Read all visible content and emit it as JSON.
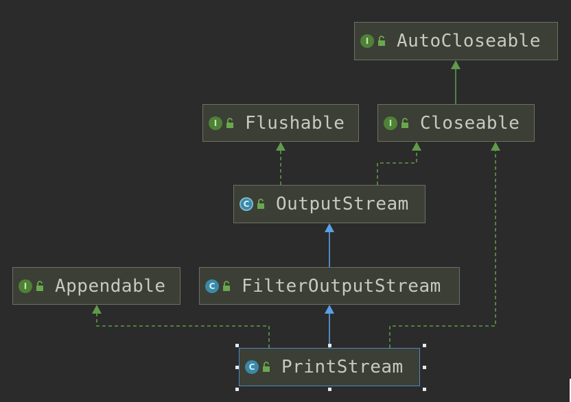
{
  "nodes": [
    {
      "id": "autocloseable",
      "kind": "interface",
      "badge": "I",
      "label": "AutoCloseable"
    },
    {
      "id": "flushable",
      "kind": "interface",
      "badge": "I",
      "label": "Flushable"
    },
    {
      "id": "closeable",
      "kind": "interface",
      "badge": "I",
      "label": "Closeable"
    },
    {
      "id": "outputstream",
      "kind": "abstract-class",
      "badge": "C",
      "label": "OutputStream"
    },
    {
      "id": "appendable",
      "kind": "interface",
      "badge": "I",
      "label": "Appendable"
    },
    {
      "id": "filteroutputstream",
      "kind": "class",
      "badge": "C",
      "label": "FilterOutputStream"
    },
    {
      "id": "printstream",
      "kind": "class",
      "badge": "C",
      "label": "PrintStream",
      "selected": true
    }
  ],
  "edges": [
    {
      "from": "closeable",
      "to": "autocloseable",
      "type": "extends"
    },
    {
      "from": "outputstream",
      "to": "flushable",
      "type": "implements"
    },
    {
      "from": "outputstream",
      "to": "closeable",
      "type": "implements"
    },
    {
      "from": "filteroutputstream",
      "to": "outputstream",
      "type": "extends-class"
    },
    {
      "from": "printstream",
      "to": "filteroutputstream",
      "type": "extends-class"
    },
    {
      "from": "printstream",
      "to": "appendable",
      "type": "implements"
    },
    {
      "from": "printstream",
      "to": "closeable",
      "type": "implements"
    }
  ],
  "colors": {
    "background": "#2b2b2b",
    "node_fill": "#3c3f35",
    "node_border": "#6e7068",
    "interface_edge": "#5f9b4a",
    "class_edge": "#5aa0e6",
    "selection": "#4a88c7",
    "text": "#c7c9c3",
    "lock": "#6aa84f"
  },
  "icons": {
    "interface": "interface-icon",
    "class": "class-icon",
    "access": "open-lock-icon"
  }
}
